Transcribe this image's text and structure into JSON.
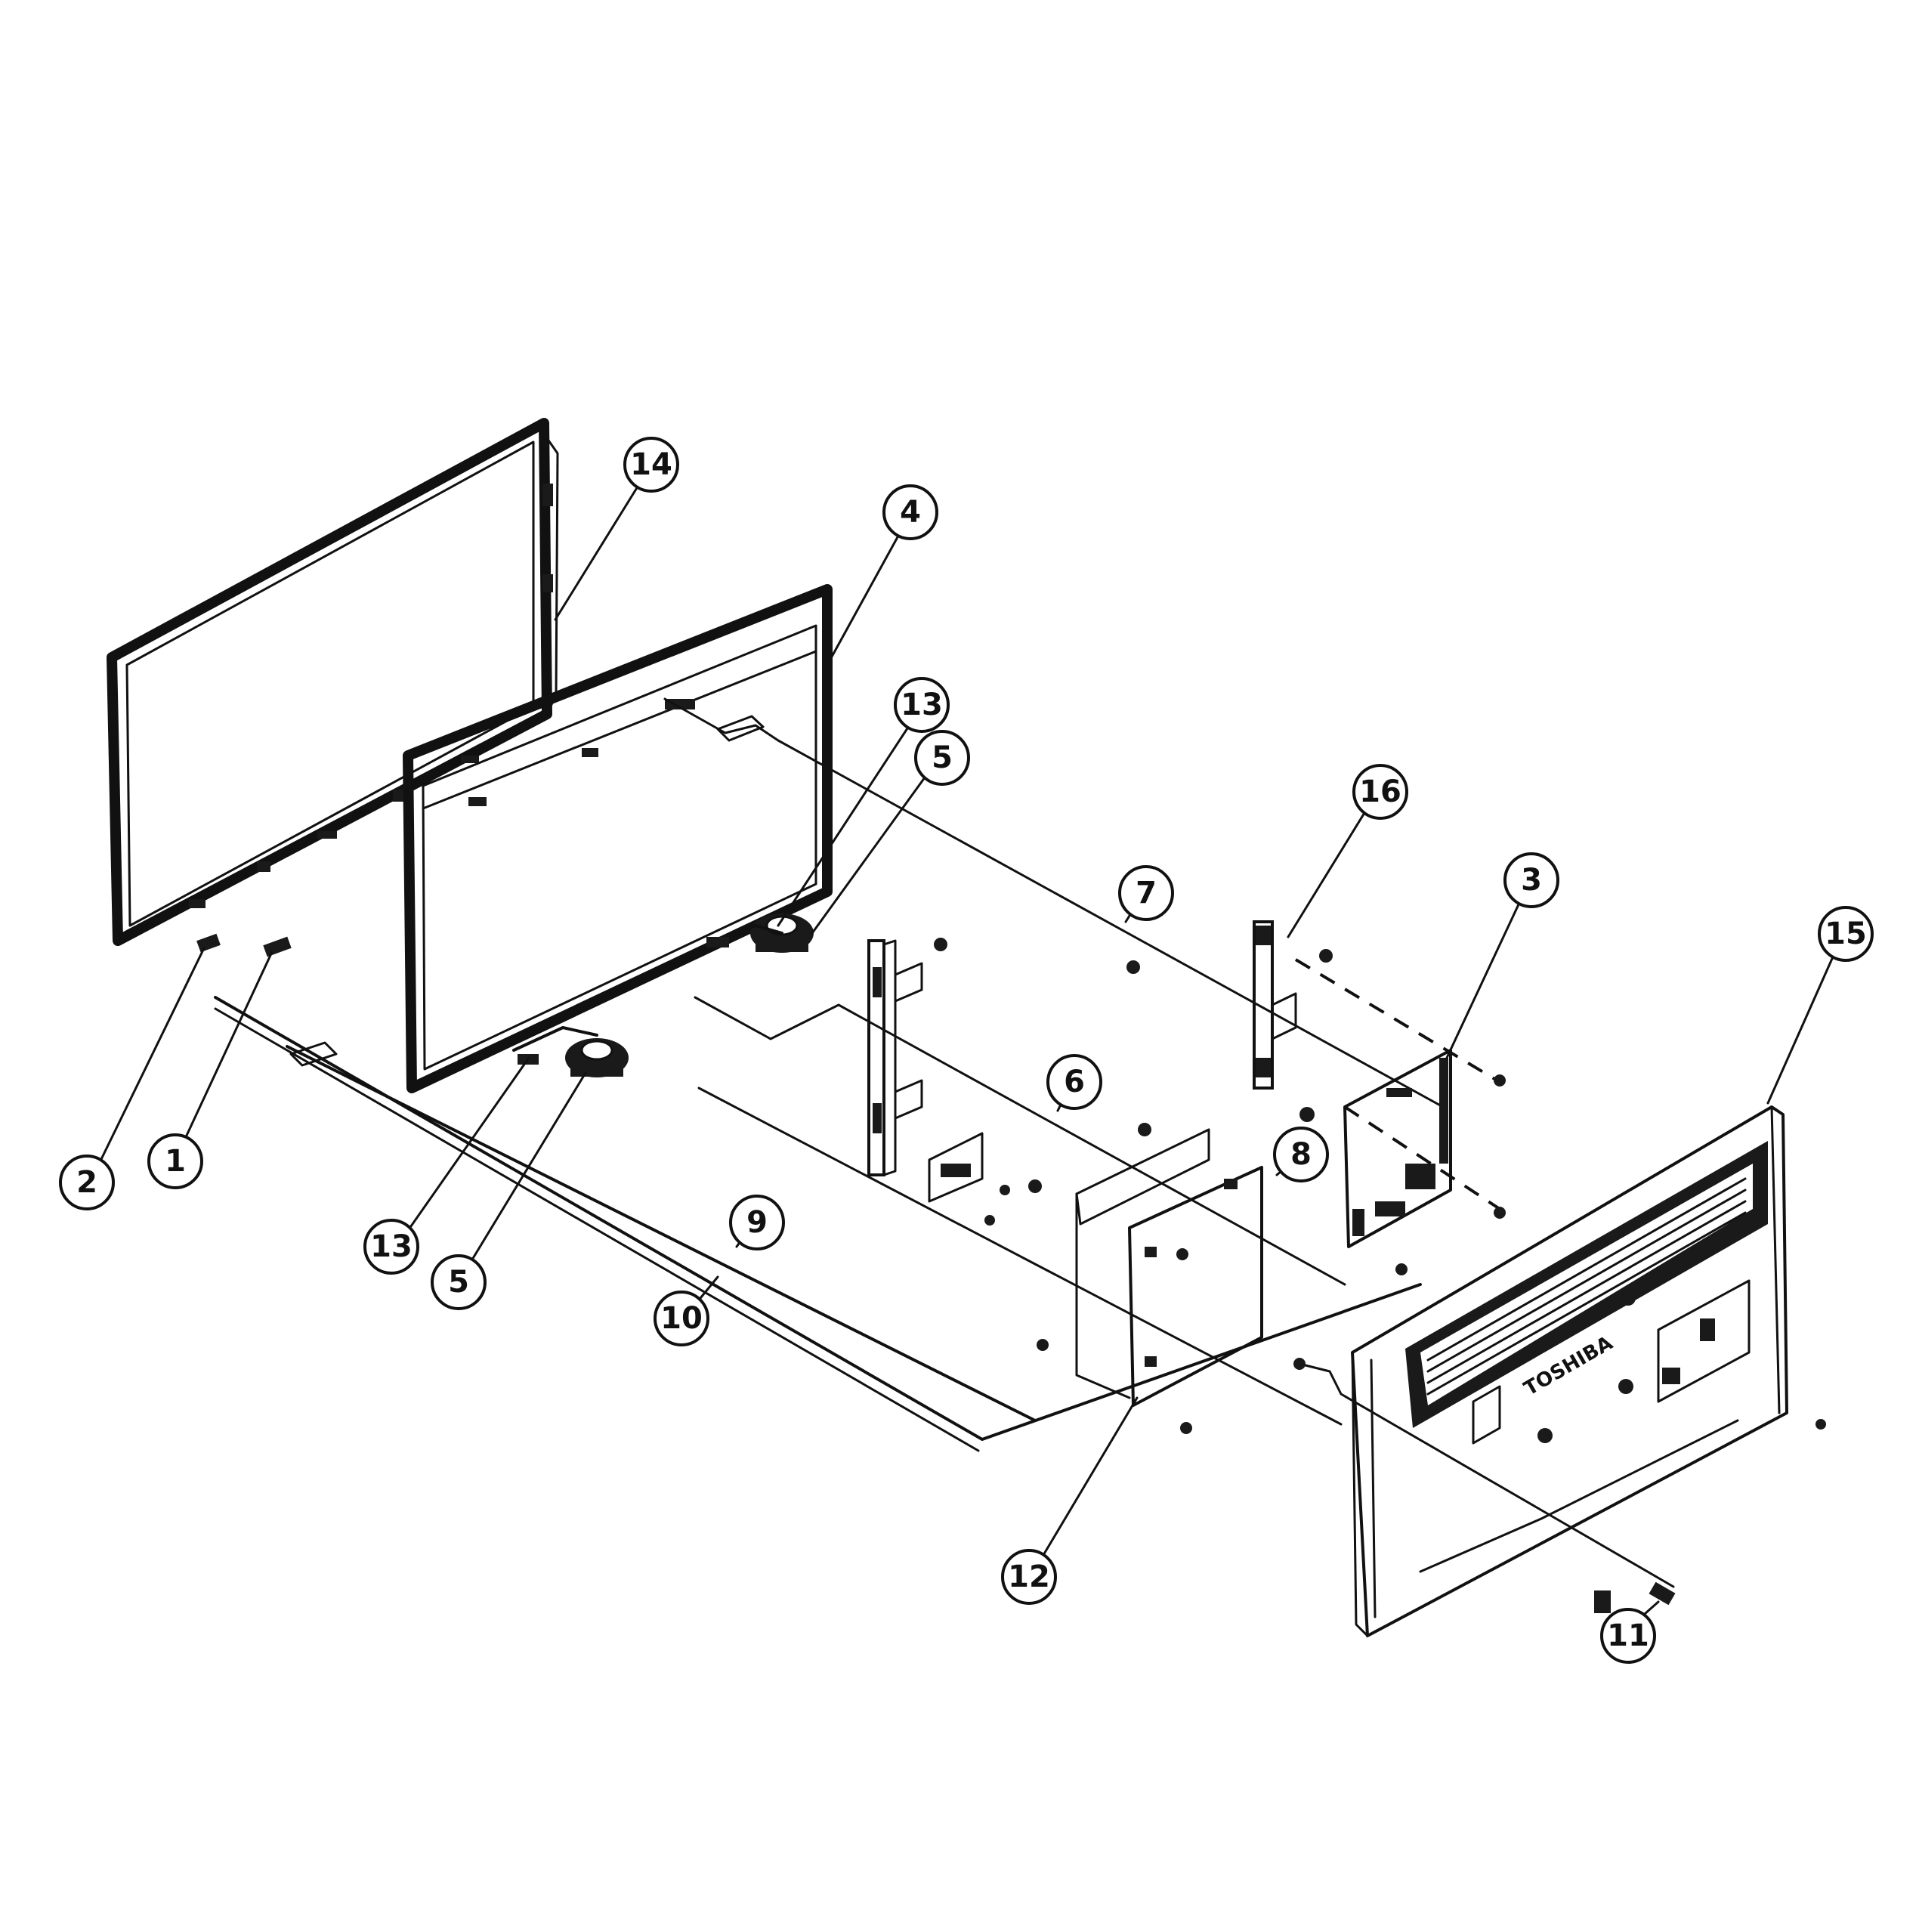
{
  "callouts": [
    {
      "label": "14"
    },
    {
      "label": "4"
    },
    {
      "label": "13"
    },
    {
      "label": "5"
    },
    {
      "label": "16"
    },
    {
      "label": "7"
    },
    {
      "label": "3"
    },
    {
      "label": "15"
    },
    {
      "label": "6"
    },
    {
      "label": "8"
    },
    {
      "label": "2"
    },
    {
      "label": "1"
    },
    {
      "label": "13"
    },
    {
      "label": "5"
    },
    {
      "label": "9"
    },
    {
      "label": "10"
    },
    {
      "label": "12"
    },
    {
      "label": "11"
    }
  ],
  "logo_text": "TOSHIBA"
}
